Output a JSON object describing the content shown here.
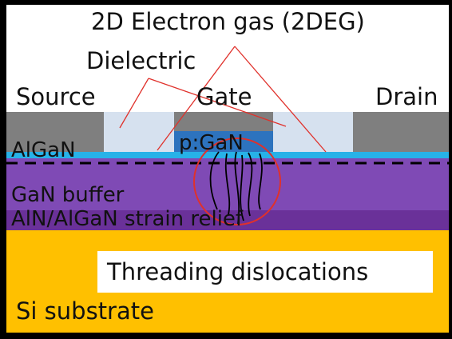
{
  "labels": {
    "two_deg": "2D Electron gas (2DEG)",
    "dielectric": "Dielectric",
    "source": "Source",
    "gate": "Gate",
    "drain": "Drain",
    "algan": "AlGaN",
    "pgan": "p:GaN",
    "gan_buffer": "GaN buffer",
    "strain_relief": "AlN/AlGaN strain relief",
    "threading": "Threading dislocations",
    "si_substrate": "Si substrate"
  },
  "colors": {
    "frame": "#000000",
    "canvas": "#ffffff",
    "contact_gray": "#7f7f7f",
    "dielectric": "#d6e1ef",
    "pgan_blue": "#2d73be",
    "algan_cyan": "#27b2e8",
    "gan_buffer_purple": "#7f4ab5",
    "strain_relief_purple": "#6a3199",
    "substrate_yellow": "#ffc000",
    "callout_red": "#e0312b"
  }
}
